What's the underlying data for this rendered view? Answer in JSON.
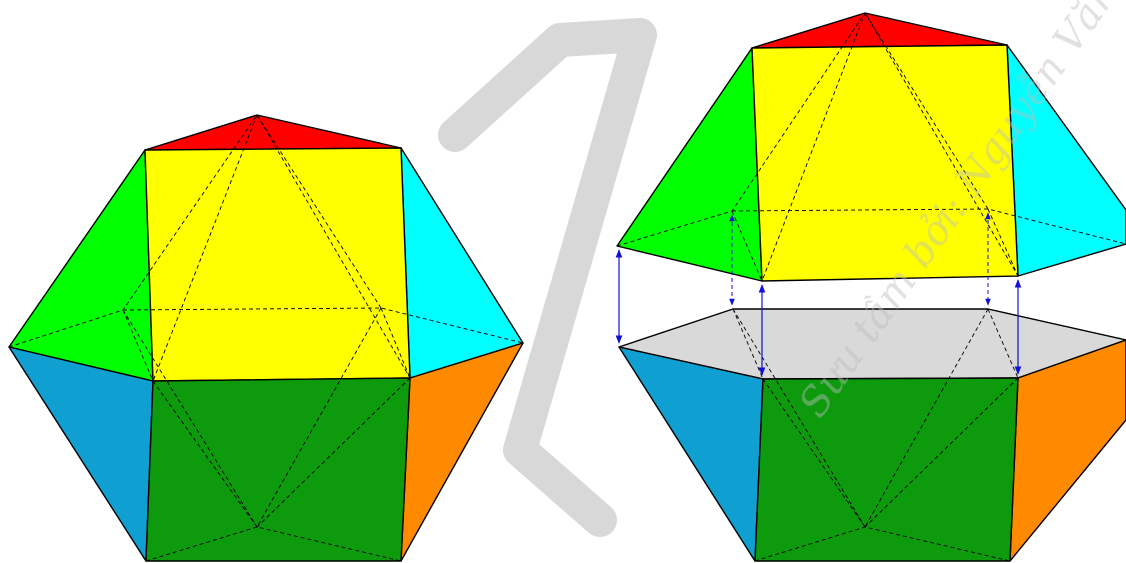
{
  "figure": {
    "left_solid": "assembled polyhedron",
    "right_solid": "polyhedron split along hexagonal cross-section",
    "colors": {
      "top_triangle": "#ff0000",
      "front_upper_square": "#ffff00",
      "left_upper_trapezoid": "#00ff00",
      "right_upper_trapezoid": "#00ffff",
      "left_lower_trapezoid": "#0f9fd1",
      "front_lower_square": "#0d9a0d",
      "right_lower_trapezoid": "#ff8a00",
      "hexagon_section": "#d9d9d9",
      "connector_arrows": "#1010d8",
      "watermark": "#cfcfcf"
    },
    "watermark_text": "Sưu tầm bởi: Nguyễn Văn Tân - banh"
  }
}
